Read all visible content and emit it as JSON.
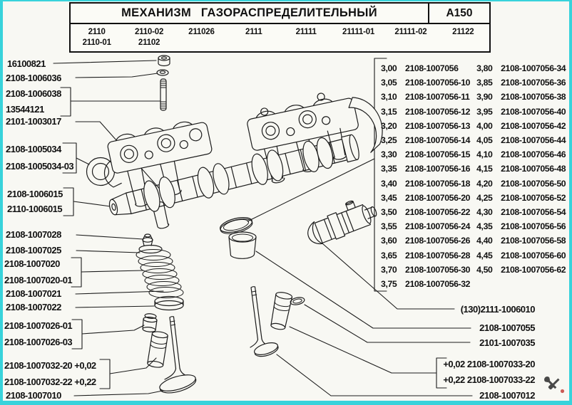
{
  "header": {
    "title": "МЕХАНИЗМ ГАЗОРАСПРЕДЕЛИТЕЛЬНЫЙ",
    "code": "А150",
    "models": [
      {
        "a": "2110",
        "b": "2110-01"
      },
      {
        "a": "2110-02",
        "b": "21102"
      },
      {
        "a": "211026",
        "b": ""
      },
      {
        "a": "2111",
        "b": ""
      },
      {
        "a": "21111",
        "b": ""
      },
      {
        "a": "21111-01",
        "b": ""
      },
      {
        "a": "21111-02",
        "b": ""
      },
      {
        "a": "21122",
        "b": ""
      }
    ]
  },
  "left_labels": [
    "16100821",
    "2108-1006036",
    "2108-1006038",
    "13544121",
    "2101-1003017",
    "2108-1005034",
    "2108-1005034-03",
    "2108-1006015",
    "2110-1006015",
    "2108-1007028",
    "2108-1007025",
    "2108-1007020",
    "2108-1007020-01",
    "2108-1007021",
    "2108-1007022",
    "2108-1007026-01",
    "2108-1007026-03",
    "2108-1007032-20 +0,02",
    "2108-1007032-22 +0,22",
    "2108-1007010"
  ],
  "right_labels": [
    "(130)2111-1006010",
    "2108-1007055",
    "2101-1007035",
    "+0,02 2108-1007033-20",
    "+0,22 2108-1007033-22",
    "2108-1007012"
  ],
  "shim_table": {
    "col_a": [
      {
        "size": "3,00",
        "part": "2108-1007056"
      },
      {
        "size": "3,05",
        "part": "2108-1007056-10"
      },
      {
        "size": "3,10",
        "part": "2108-1007056-11"
      },
      {
        "size": "3,15",
        "part": "2108-1007056-12"
      },
      {
        "size": "3,20",
        "part": "2108-1007056-13"
      },
      {
        "size": "3,25",
        "part": "2108-1007056-14"
      },
      {
        "size": "3,30",
        "part": "2108-1007056-15"
      },
      {
        "size": "3,35",
        "part": "2108-1007056-16"
      },
      {
        "size": "3,40",
        "part": "2108-1007056-18"
      },
      {
        "size": "3,45",
        "part": "2108-1007056-20"
      },
      {
        "size": "3,50",
        "part": "2108-1007056-22"
      },
      {
        "size": "3,55",
        "part": "2108-1007056-24"
      },
      {
        "size": "3,60",
        "part": "2108-1007056-26"
      },
      {
        "size": "3,65",
        "part": "2108-1007056-28"
      },
      {
        "size": "3,70",
        "part": "2108-1007056-30"
      },
      {
        "size": "3,75",
        "part": "2108-1007056-32"
      }
    ],
    "col_b": [
      {
        "size": "3,80",
        "part": "2108-1007056-34"
      },
      {
        "size": "3,85",
        "part": "2108-1007056-36"
      },
      {
        "size": "3,90",
        "part": "2108-1007056-38"
      },
      {
        "size": "3,95",
        "part": "2108-1007056-40"
      },
      {
        "size": "4,00",
        "part": "2108-1007056-42"
      },
      {
        "size": "4,05",
        "part": "2108-1007056-44"
      },
      {
        "size": "4,10",
        "part": "2108-1007056-46"
      },
      {
        "size": "4,15",
        "part": "2108-1007056-48"
      },
      {
        "size": "4,20",
        "part": "2108-1007056-50"
      },
      {
        "size": "4,25",
        "part": "2108-1007056-52"
      },
      {
        "size": "4,30",
        "part": "2108-1007056-54"
      },
      {
        "size": "4,35",
        "part": "2108-1007056-56"
      },
      {
        "size": "4,40",
        "part": "2108-1007056-58"
      },
      {
        "size": "4,45",
        "part": "2108-1007056-60"
      },
      {
        "size": "4,50",
        "part": "2108-1007056-62"
      }
    ]
  },
  "icons": {
    "watermark": "crossed-tools-icon"
  },
  "colors": {
    "frame": "#38d3db",
    "ink": "#1c1c1c",
    "paper": "#f8f8f3"
  }
}
